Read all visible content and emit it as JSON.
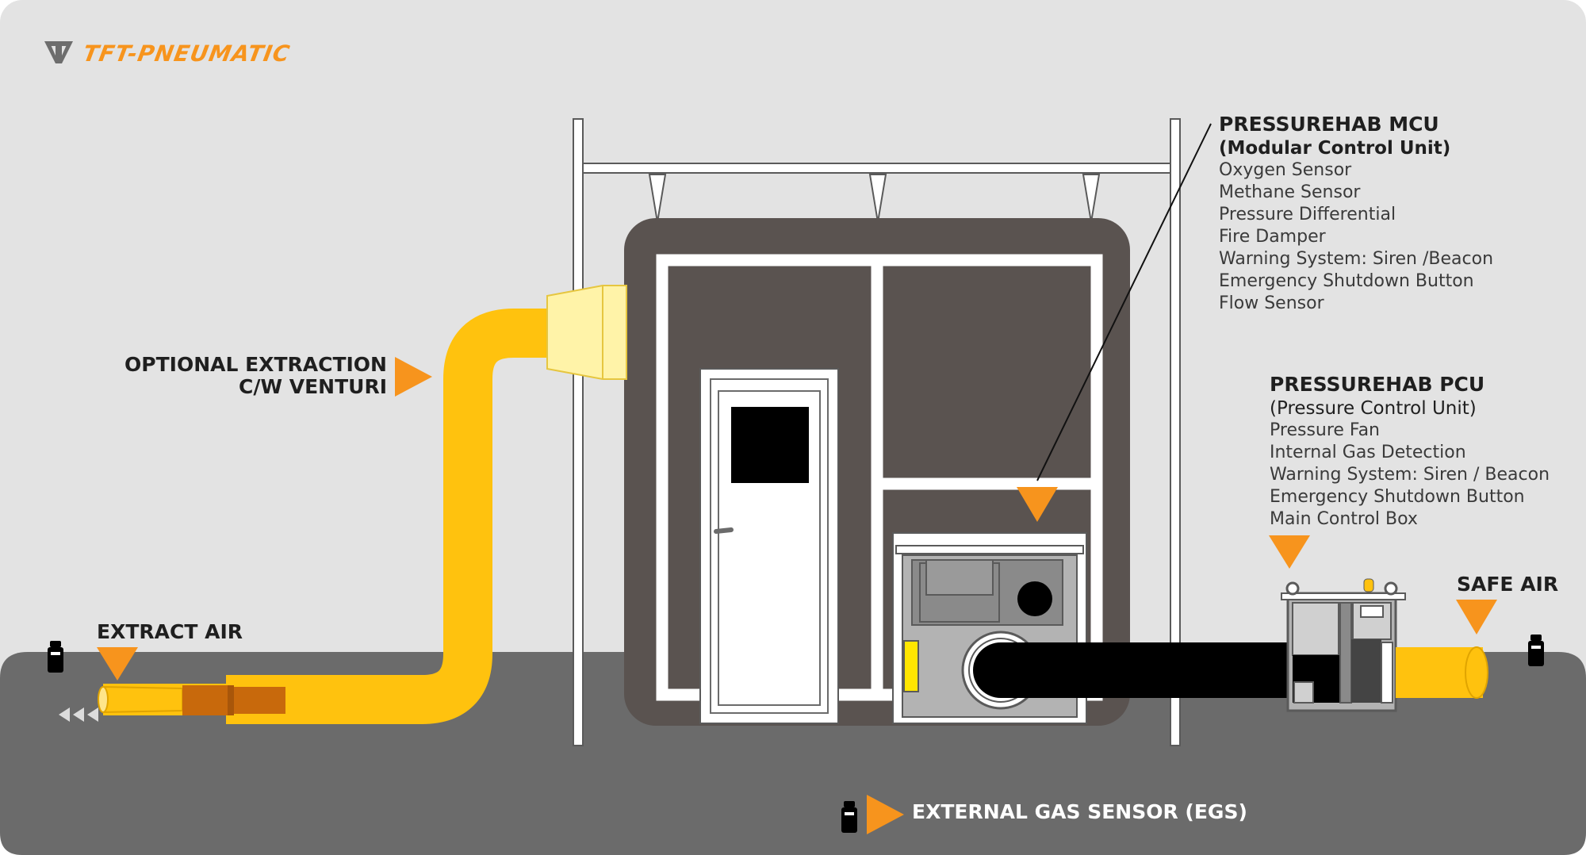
{
  "brand": {
    "logo_text": "TFT-PNEUMATIC",
    "colors": {
      "orange": "#f7941d",
      "logo_gray": "#6d6d6d"
    }
  },
  "colors": {
    "background": "#e3e3e3",
    "ground": "#6b6b6b",
    "duct_yellow": "#ffc20e",
    "duct_dark_orange": "#c8690c",
    "habitat_brown": "#5a5350",
    "frame_white": "#ffffff",
    "hose_black": "#000000",
    "text_dark": "#1f1f1f",
    "text_light": "#ffffff"
  },
  "labels": {
    "optional_extraction": {
      "line1": "OPTIONAL EXTRACTION",
      "line2": "C/W VENTURI"
    },
    "extract_air": "EXTRACT AIR",
    "safe_air": "SAFE AIR",
    "external_gas_sensor": "EXTERNAL GAS SENSOR (EGS)"
  },
  "mcu": {
    "title": "PRESSUREHAB MCU",
    "subtitle": "(Modular Control Unit)",
    "items": [
      "Oxygen Sensor",
      "Methane Sensor",
      "Pressure Differential",
      "Fire Damper",
      "Warning System: Siren /Beacon",
      "Emergency Shutdown Button",
      "Flow Sensor"
    ]
  },
  "pcu": {
    "title": "PRESSUREHAB PCU",
    "subtitle": "(Pressure Control Unit)",
    "items": [
      "Pressure Fan",
      "Internal Gas Detection",
      "Warning System: Siren / Beacon",
      "Emergency Shutdown Button",
      "Main Control Box"
    ]
  }
}
